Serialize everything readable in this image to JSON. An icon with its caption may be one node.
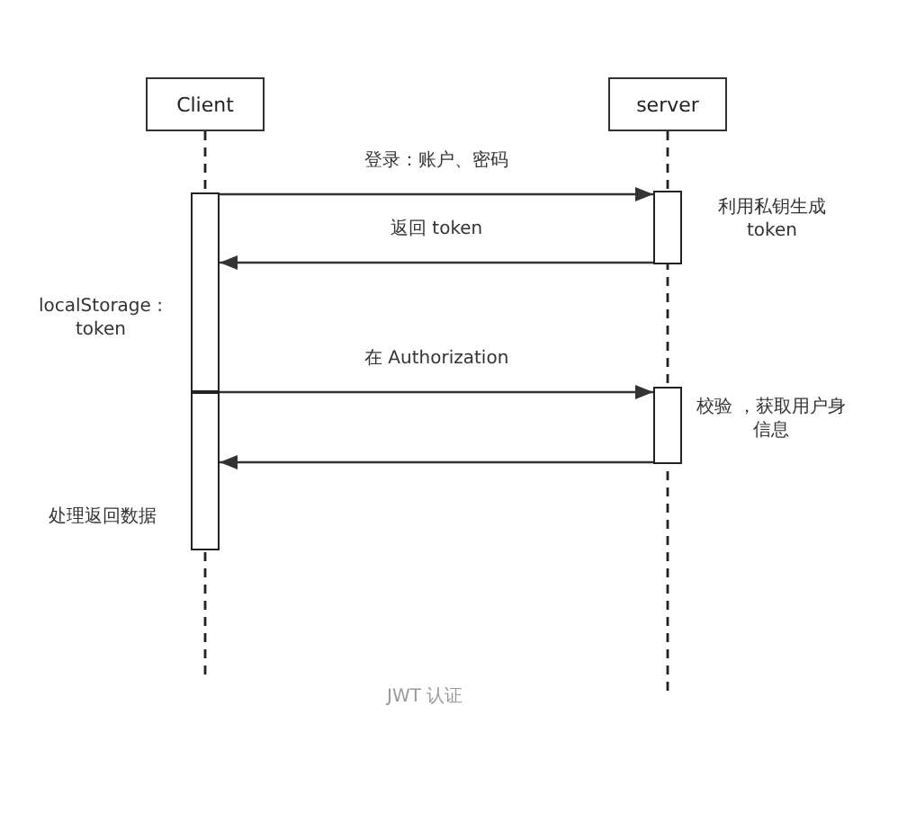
{
  "diagram": {
    "caption": "JWT 认证",
    "nodes": [
      {
        "text": [
          "Client"
        ]
      },
      {
        "text": [
          "server"
        ]
      },
      {
        "text": [],
        "shape": "bar",
        "beside": [
          "localStorage : token"
        ]
      },
      {
        "text": [],
        "shape": "bar",
        "beside": [
          "利用私钥生成 token"
        ]
      },
      {
        "text": [],
        "shape": "bar",
        "beside": [
          "处理返回数据"
        ]
      },
      {
        "text": [],
        "shape": "bar",
        "beside": [
          "校验 ，获取用户身信息"
        ]
      }
    ],
    "edges": [
      {
        "from": 2,
        "to": 3,
        "arrow": "to",
        "label": "登录：账户、密码"
      },
      {
        "from": 3,
        "to": 2,
        "arrow": "to",
        "label": "返回 token"
      },
      {
        "from": 4,
        "to": 5,
        "arrow": "to",
        "label": "在 Authorization"
      },
      {
        "from": 5,
        "to": 4,
        "arrow": "to"
      }
    ]
  }
}
